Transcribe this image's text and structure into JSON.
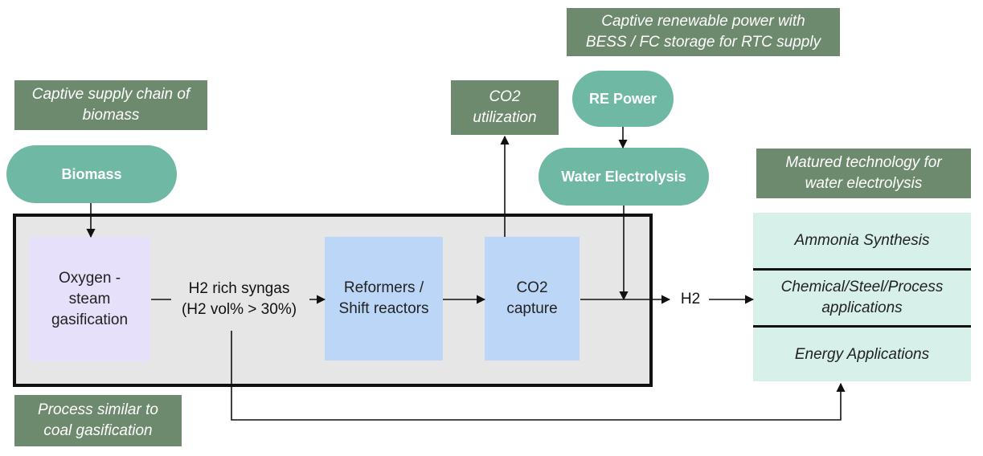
{
  "notes": {
    "renewable": [
      "Captive renewable power with",
      "BESS / FC storage for RTC supply"
    ],
    "biomass_supply": [
      "Captive supply chain of",
      "biomass"
    ],
    "co2_util": [
      "CO2",
      "utilization"
    ],
    "electrolysis_tech": [
      "Matured technology for",
      "water electrolysis"
    ],
    "coal_similar": [
      "Process similar to",
      "coal gasification"
    ]
  },
  "sources": {
    "re_power": "RE Power",
    "water_electrolysis": "Water Electrolysis",
    "biomass": "Biomass"
  },
  "process": {
    "gasification": [
      "Oxygen -",
      "steam",
      "gasification"
    ],
    "syngas": [
      "H2 rich syngas",
      "(H2 vol% > 30%)"
    ],
    "reformers": [
      "Reformers /",
      "Shift reactors"
    ],
    "co2_capture": [
      "CO2",
      "capture"
    ],
    "h2": "H2"
  },
  "applications": [
    [
      "Ammonia Synthesis"
    ],
    [
      "Chemical/Steel/Process",
      "applications"
    ],
    [
      "Energy Applications"
    ]
  ],
  "colors": {
    "note_bg": "#6e8a6e",
    "pill_bg": "#6fb8a3",
    "gasifier_bg": "#e6e0fa",
    "reactor_bg": "#bcd6f7",
    "apps_bg": "#d7f0ea"
  }
}
